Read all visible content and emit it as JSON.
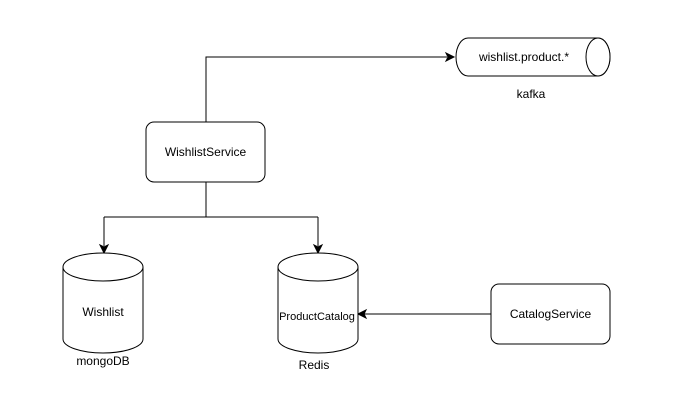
{
  "diagram": {
    "nodes": {
      "wishlist_service": {
        "label": "WishlistService"
      },
      "catalog_service": {
        "label": "CatalogService"
      },
      "kafka_topic": {
        "label": "wishlist.product.*",
        "caption": "kafka"
      },
      "wishlist_db": {
        "label": "Wishlist",
        "caption": "mongoDB"
      },
      "product_catalog_db": {
        "label": "ProductCatalog",
        "caption": "Redis"
      }
    }
  }
}
